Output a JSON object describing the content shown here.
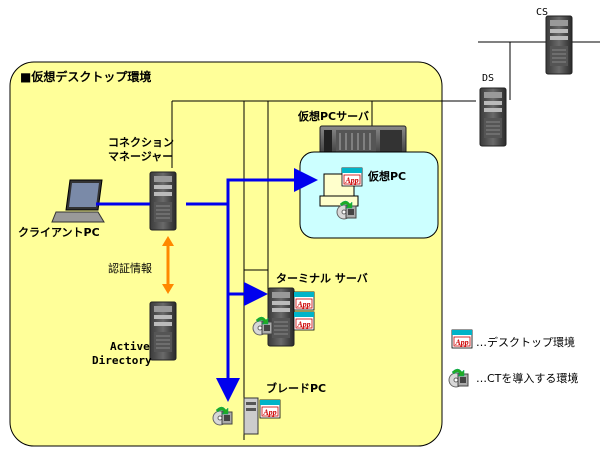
{
  "title": "■仮想デスクトップ環境",
  "nodes": {
    "cs": "CS",
    "ds": "DS",
    "virtual_pc_server": "仮想PCサーバ",
    "virtual_pc": "仮想PC",
    "connection_manager": [
      "コネクション",
      "マネージャー"
    ],
    "client_pc": "クライアントPC",
    "auth_info": "認証情報",
    "active_directory": [
      "Active",
      "Directory"
    ],
    "terminal_server": "ターミナル サーバ",
    "blade_pc": "ブレードPC"
  },
  "legend": {
    "desktop_env": "…デスクトップ環境",
    "ct_env": "…CTを導入する環境"
  },
  "app_label": "App",
  "icons": [
    "tower-server-icon",
    "rack-server-icon",
    "laptop-icon",
    "app-window-icon",
    "install-cd-icon",
    "blade-pc-icon"
  ]
}
